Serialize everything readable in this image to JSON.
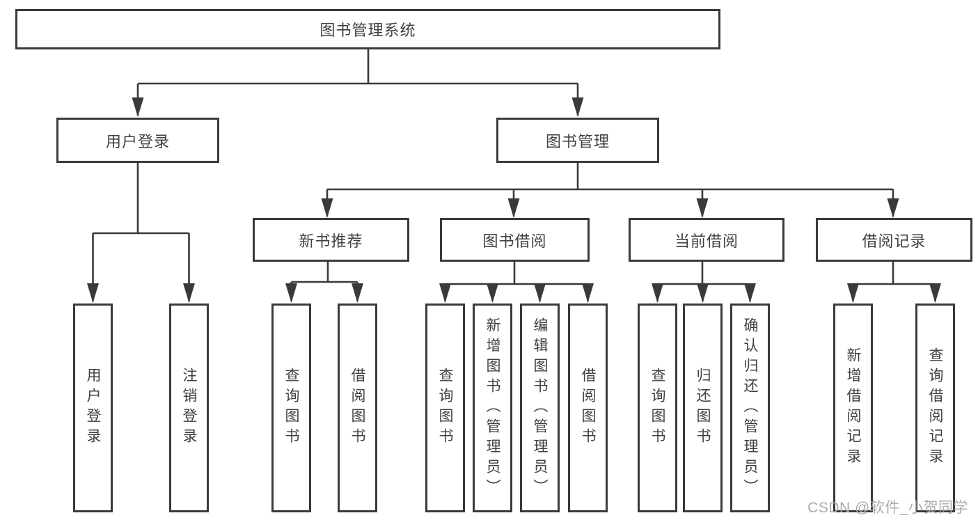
{
  "diagram": {
    "root": {
      "label": "图书管理系统"
    },
    "level2": [
      {
        "label": "用户登录"
      },
      {
        "label": "图书管理"
      }
    ],
    "level3": [
      {
        "label": "新书推荐"
      },
      {
        "label": "图书借阅"
      },
      {
        "label": "当前借阅"
      },
      {
        "label": "借阅记录"
      }
    ],
    "leaves": [
      {
        "label": "用户登录"
      },
      {
        "label": "注销登录"
      },
      {
        "label": "查询图书"
      },
      {
        "label": "借阅图书"
      },
      {
        "label": "查询图书"
      },
      {
        "label": "新增图书（管理员）"
      },
      {
        "label": "编辑图书（管理员）"
      },
      {
        "label": "借阅图书"
      },
      {
        "label": "查询图书"
      },
      {
        "label": "归还图书"
      },
      {
        "label": "确认归还（管理员）"
      },
      {
        "label": "新增借阅记录"
      },
      {
        "label": "查询借阅记录"
      }
    ]
  },
  "watermark": {
    "text": "CSDN @软件_小贺同学"
  },
  "colors": {
    "line": "#3a3a3a",
    "text": "#404040",
    "watermark": "#ababab",
    "background": "#ffffff"
  }
}
